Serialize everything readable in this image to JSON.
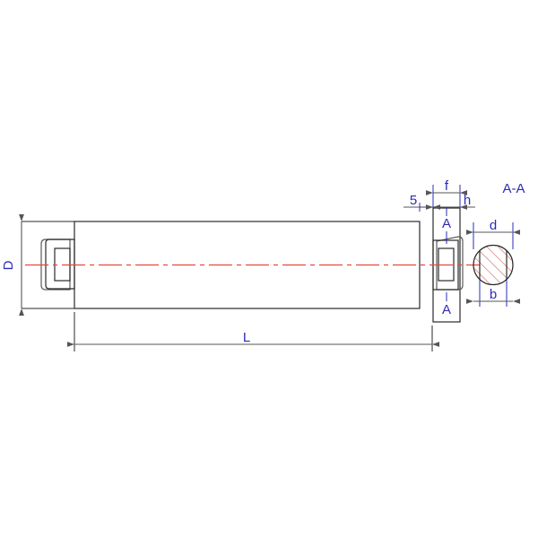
{
  "drawing": {
    "title_main_view": "",
    "section_view_label": "A-A",
    "dimensions": {
      "diameter_overall": "D",
      "length_overall": "L",
      "shoulder_offset": "5",
      "flat_width": "f",
      "head_height": "h",
      "section_diameter": "d",
      "section_flat": "b"
    },
    "section_markers": {
      "top": "A",
      "bottom": "A"
    },
    "colors": {
      "outline": "#2a2a2a",
      "dimension_text": "#2b2bbb",
      "centerline": "#e8473f",
      "hatch": "#d46a6a",
      "background": "#ffffff"
    }
  }
}
